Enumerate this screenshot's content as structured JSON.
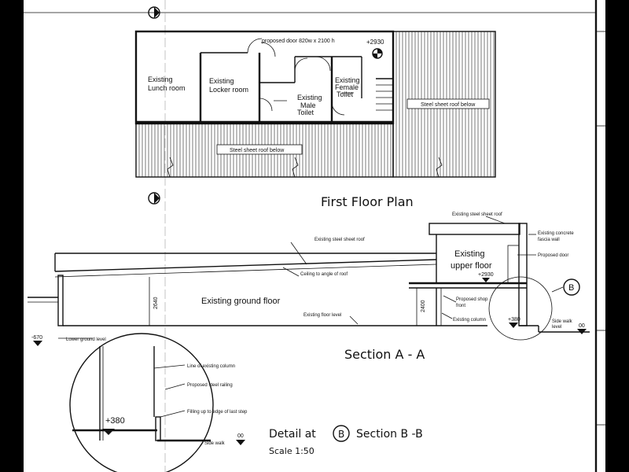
{
  "first_floor": {
    "title": "First Floor Plan",
    "proposed_door": "proposed door 820w x 2100 h",
    "level_plus2930": "+2930",
    "lunch_room": [
      "Existing",
      "Lunch room"
    ],
    "locker_room": [
      "Existing",
      "Locker room"
    ],
    "male_toilet": [
      "Existing",
      "Male",
      "Toilet"
    ],
    "female_toilet": [
      "Existing",
      "Female",
      "Toilet"
    ],
    "roof_below_right": "Steel sheet roof below",
    "roof_below_bottom": "Steel sheet roof below"
  },
  "section_aa": {
    "title": "Section  A - A",
    "existing_steel_roof": "Existing steel sheet roof",
    "existing_steel_roof_top": "Existing steel sheet roof",
    "existing_concrete_fascia": [
      "Existing concrete",
      "fascia wall"
    ],
    "upper_floor": [
      "Existing",
      "upper floor"
    ],
    "proposed_door": "Proposed door",
    "ceiling_angle": "Ceiling to angle of roof",
    "level_plus2930": "+2930",
    "ground_floor": "Existing ground floor",
    "dim_2640": "2640",
    "dim_2400": "2400",
    "floor_level": "Existing floor level",
    "shop_front": [
      "Proposed shop",
      "front"
    ],
    "existing_column": "Existing column",
    "level_plus380": "+380",
    "side_walk": [
      "Side walk",
      "level"
    ],
    "side_walk_level": "00",
    "lower_level_value": "-670",
    "lower_ground_level": "Lower ground level",
    "detail_marker": "B"
  },
  "detail_b": {
    "line_existing_column": "Line of existing column",
    "steel_railing": "Proposed steel railing",
    "filling": "Filling up to edge of last step",
    "level_plus380": "+380",
    "side_walk": "Side walk",
    "side_walk_level": "00",
    "title_prefix": "Detail at",
    "marker": "B",
    "title_suffix": "Section B -B",
    "scale": "Scale 1:50"
  }
}
